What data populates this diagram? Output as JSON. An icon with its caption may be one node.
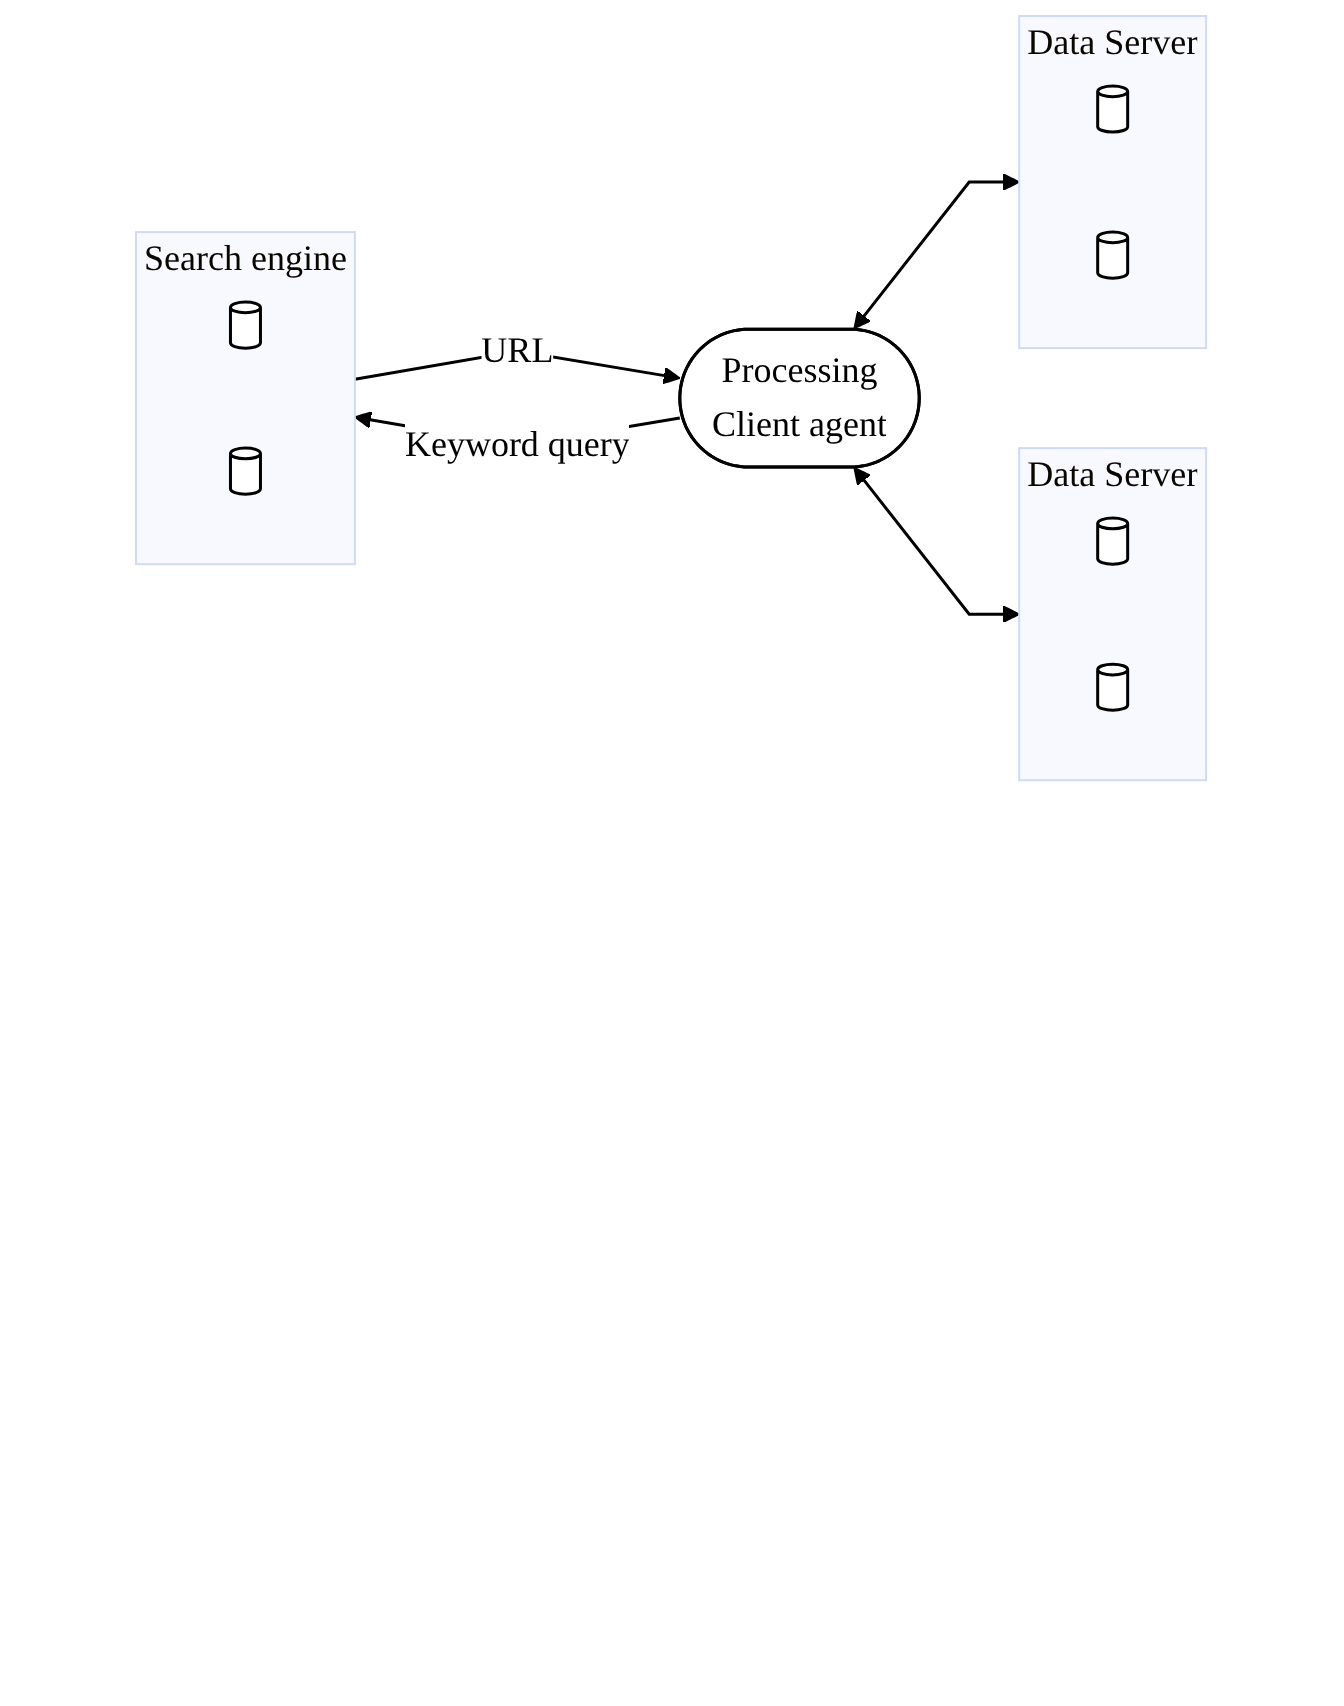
{
  "diagram": {
    "nodes": [
      {
        "text": [
          "Processing",
          "Client agent"
        ]
      },
      {
        "text": [
          "Search engine"
        ]
      },
      {
        "text": [],
        "shape": "cylinder",
        "in": 1
      },
      {
        "text": [],
        "shape": "cylinder",
        "in": 1
      },
      {
        "text": [
          "Data Server"
        ]
      },
      {
        "text": [],
        "shape": "cylinder",
        "in": 4
      },
      {
        "text": [],
        "shape": "cylinder",
        "in": 4
      },
      {
        "text": [
          "Data Server"
        ]
      },
      {
        "text": [],
        "shape": "cylinder",
        "in": 7
      },
      {
        "text": [],
        "shape": "cylinder",
        "in": 7
      }
    ],
    "edges": [
      {
        "from": 0,
        "to": 1,
        "arrow": "to",
        "label": "Keyword query"
      },
      {
        "from": 1,
        "to": 0,
        "arrow": "to",
        "label": "URL"
      },
      {
        "from": 0,
        "to": 4,
        "arrow": "both"
      },
      {
        "from": 0,
        "to": 7,
        "arrow": "both"
      }
    ]
  }
}
